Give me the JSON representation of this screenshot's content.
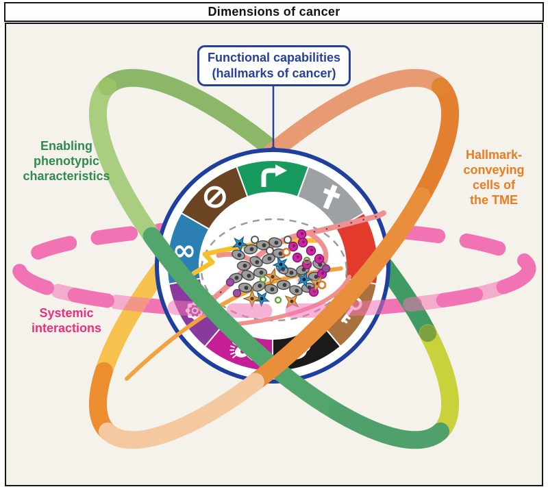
{
  "title": "Dimensions of cancer",
  "background": "#f5f2ec",
  "callout": {
    "line1": "Functional capabilities",
    "line2": "(hallmarks of cancer)",
    "color": "#27409a"
  },
  "labels": {
    "enabling": {
      "lines": [
        "Enabling",
        "phenotypic",
        "characteristics"
      ],
      "color": "#2f8b51"
    },
    "tme": {
      "lines": [
        "Hallmark-",
        "conveying",
        "cells of",
        "the TME"
      ],
      "color": "#e87c21"
    },
    "systemic": {
      "lines": [
        "Systemic",
        "interactions"
      ],
      "color": "#ee2d7c"
    }
  },
  "wheel": {
    "ring_color": "#1e3f9d",
    "inner_fill": "#ffffff",
    "segments": [
      {
        "name": "sustaining-proliferative-signaling",
        "icon": "curved-arrow-icon",
        "color": "#169a5d"
      },
      {
        "name": "resisting-cell-death",
        "icon": "cross-icon",
        "color": "#9da1a4"
      },
      {
        "name": "inducing-vasculature",
        "icon": "vessel-icon",
        "color": "#e23a2c"
      },
      {
        "name": "unlocking-phenotypic-plasticity",
        "icon": "key-icon",
        "color": "#a9713c"
      },
      {
        "name": "polymorphic-microbiomes",
        "icon": "microbe-icon",
        "color": "#1b1b1b"
      },
      {
        "name": "senescent-cells",
        "icon": "lash-cell-icon",
        "color": "#c51f96"
      },
      {
        "name": "deregulating-cellular-metabolism",
        "icon": "scalloped-cell-icon",
        "color": "#8a3a9d"
      },
      {
        "name": "enabling-replicative-immortality",
        "icon": "infinity-icon",
        "color": "#2b7fb3"
      },
      {
        "name": "evading-growth-suppressors",
        "icon": "no-entry-icon",
        "color": "#6b4423"
      }
    ]
  },
  "orbits": {
    "green": {
      "name": "enabling-characteristics-orbit",
      "back": [
        "#8cb768",
        "#3f9b63",
        "#c9d23b"
      ],
      "front": [
        "#a9ce80",
        "#52a56b",
        "#4fa06a"
      ],
      "joint_top": "#9bc169",
      "joint_mid": "#7ba23e"
    },
    "orange": {
      "name": "tme-cells-orbit",
      "back": [
        "#e89b72",
        "#f6c14d",
        "#ec8d2f"
      ],
      "front": [
        "#e3802f",
        "#e98f3b",
        "#f4c9a0"
      ],
      "joint_top": "#e0852f",
      "joint_bottom": "#f4c9a0"
    },
    "pink": {
      "name": "systemic-interactions-orbit",
      "color": "#f273b4"
    }
  },
  "center": {
    "membrane_color": "#9a9a9a",
    "vessel_color": "#ef9191",
    "vessel_speck_color": "#6d4242",
    "nerve_color": "#f6c02c",
    "fiber_color": "#f2a23e",
    "cell_colors": {
      "tumor": "#9e9e9e",
      "tumor_stroke": "#474747",
      "nucleus": "#3c3c3c",
      "immune": "#c62aa0",
      "immune_stroke": "#8c1270",
      "dendritic": "#2a8fc7",
      "dendritic_stroke": "#155a85",
      "fibroblast": "#e2a161",
      "fibroblast_stroke": "#9c6524",
      "purple": "#9a4f9e",
      "purple_stroke": "#6a2f70",
      "green_ring": "#63a332",
      "white_ring_stroke": "#555555",
      "orange_ring": "#e2762b"
    },
    "cells": [
      [
        "t",
        -52,
        -22,
        20
      ],
      [
        "t",
        -34,
        -30,
        -10
      ],
      [
        "t",
        -16,
        -36,
        5
      ],
      [
        "t",
        2,
        -40,
        15
      ],
      [
        "t",
        -44,
        -6,
        0
      ],
      [
        "t",
        -26,
        -12,
        30
      ],
      [
        "t",
        -8,
        -16,
        -20
      ],
      [
        "t",
        8,
        -24,
        10
      ],
      [
        "t",
        -56,
        12,
        -15
      ],
      [
        "t",
        -38,
        8,
        25
      ],
      [
        "t",
        -20,
        4,
        0
      ],
      [
        "t",
        -42,
        26,
        10
      ],
      [
        "t",
        -22,
        24,
        -25
      ],
      [
        "t",
        -4,
        28,
        15
      ],
      [
        "t",
        14,
        22,
        0
      ],
      [
        "t",
        32,
        30,
        20
      ],
      [
        "t",
        50,
        26,
        -10
      ],
      [
        "t",
        24,
        4,
        10
      ],
      [
        "t",
        42,
        0,
        -15
      ],
      [
        "t",
        60,
        10,
        5
      ],
      [
        "t",
        66,
        -8,
        20
      ],
      [
        "t",
        12,
        -2,
        40
      ],
      [
        "m",
        28,
        -34,
        0
      ],
      [
        "m",
        42,
        -40,
        0
      ],
      [
        "m",
        54,
        -28,
        0
      ],
      [
        "m",
        66,
        -16,
        0
      ],
      [
        "m",
        34,
        -18,
        0
      ],
      [
        "m",
        48,
        -8,
        0
      ],
      [
        "m",
        70,
        6,
        0
      ],
      [
        "m",
        58,
        32,
        0
      ],
      [
        "m",
        40,
        -52,
        0
      ],
      [
        "d",
        -50,
        -38,
        10
      ],
      [
        "d",
        10,
        -8,
        30
      ],
      [
        "d",
        44,
        14,
        0
      ],
      [
        "d",
        -18,
        42,
        20
      ],
      [
        "f",
        -2,
        10,
        15
      ],
      [
        "f",
        26,
        46,
        40
      ],
      [
        "f",
        -32,
        42,
        0
      ],
      [
        "f",
        64,
        20,
        25
      ],
      [
        "p",
        -54,
        34,
        0
      ],
      [
        "p",
        -64,
        18,
        0
      ],
      [
        "p",
        76,
        -2,
        0
      ],
      [
        "g",
        -16,
        14,
        0
      ],
      [
        "g",
        6,
        44,
        0
      ],
      [
        "g",
        48,
        -14,
        0
      ],
      [
        "w",
        -28,
        -44,
        0
      ],
      [
        "w",
        -6,
        -28,
        0
      ],
      [
        "w",
        20,
        -44,
        0
      ],
      [
        "o",
        18,
        -26,
        0
      ],
      [
        "o",
        70,
        22,
        0
      ]
    ]
  }
}
